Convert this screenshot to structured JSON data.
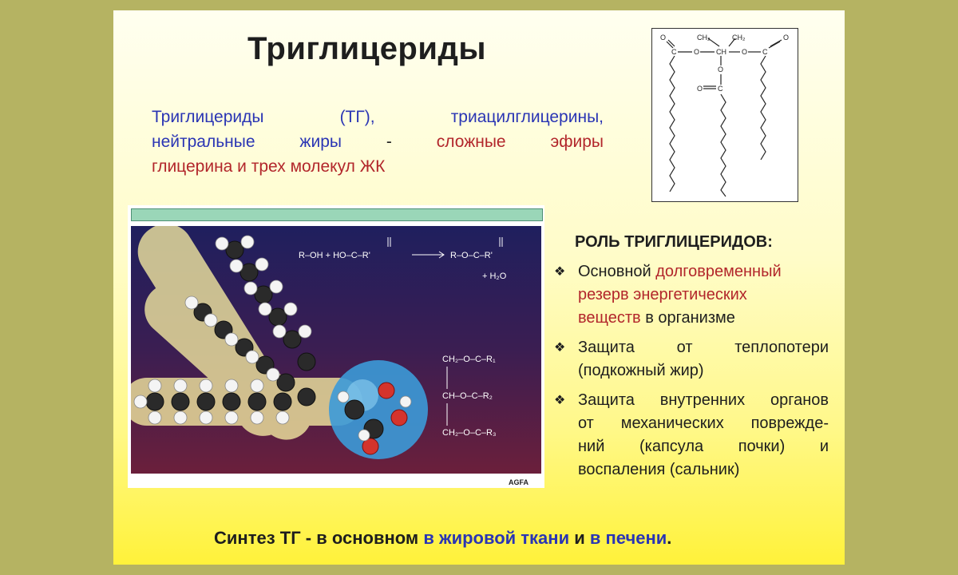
{
  "title": "Триглицериды",
  "definition": {
    "line1_blue": "Триглицериды (ТГ), триацилглицерины,",
    "line2_blue": "нейтральные жиры",
    "line2_dash": "-",
    "line2_red": "сложные эфиры",
    "line3_red": "глицерина и трех молекул ЖК"
  },
  "formula": {
    "ch2_left": "CH₂",
    "ch2_right": "CH₂",
    "ch": "CH",
    "o": "O",
    "c": "C"
  },
  "figure": {
    "reaction_left": "R–OH  +  HO–C–R'",
    "reaction_right": "R–O–C–R'",
    "water": "+ H₂O",
    "row1": "CH₂–O–C–R₁",
    "row2": "CH–O–C–R₂",
    "row3": "CH₂–O–C–R₃",
    "brand": "AGFA"
  },
  "roles": {
    "heading": "РОЛЬ ТРИГЛИЦЕРИДОВ:",
    "item1_a": "Основной",
    "item1_b": "долговременный",
    "item1_c": "резерв энергетических",
    "item1_d": "веществ",
    "item1_e": "в организме",
    "item2_a": "Защита от теплопотери",
    "item2_b": "(подкожный жир)",
    "item3_a": "Защита внутренних органов",
    "item3_b": "от механических поврежде-",
    "item3_c": "ний (капсула почки) и",
    "item3_d": "воспаления (сальник)"
  },
  "synthesis": {
    "part1": "Синтез ТГ - в основном ",
    "part2": "в жировой ткани",
    "part3": " и ",
    "part4": "в печени",
    "part5": "."
  },
  "colors": {
    "blue": "#2a35b4",
    "red": "#b2262b",
    "outer": "#b5b362"
  }
}
